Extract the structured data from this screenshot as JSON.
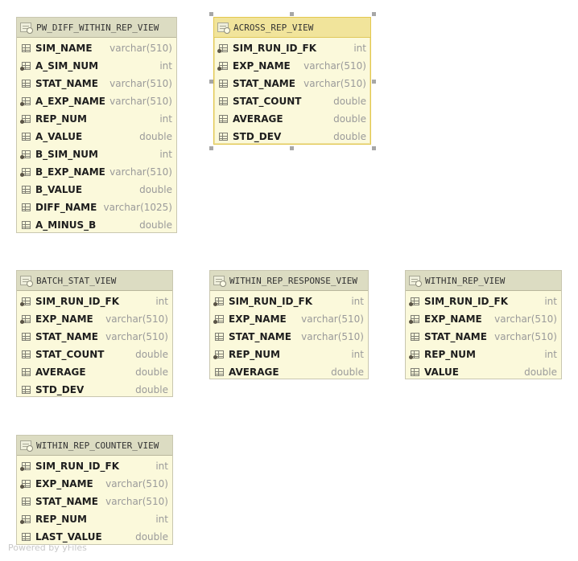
{
  "views": [
    {
      "title": "PW_DIFF_WITHIN_REP_VIEW",
      "columns": [
        {
          "name": "SIM_NAME",
          "type": "varchar(510)",
          "key": false
        },
        {
          "name": "A_SIM_NUM",
          "type": "int",
          "key": true
        },
        {
          "name": "STAT_NAME",
          "type": "varchar(510)",
          "key": false
        },
        {
          "name": "A_EXP_NAME",
          "type": "varchar(510)",
          "key": true
        },
        {
          "name": "REP_NUM",
          "type": "int",
          "key": true
        },
        {
          "name": "A_VALUE",
          "type": "double",
          "key": false
        },
        {
          "name": "B_SIM_NUM",
          "type": "int",
          "key": true
        },
        {
          "name": "B_EXP_NAME",
          "type": "varchar(510)",
          "key": true
        },
        {
          "name": "B_VALUE",
          "type": "double",
          "key": false
        },
        {
          "name": "DIFF_NAME",
          "type": "varchar(1025)",
          "key": false
        },
        {
          "name": "A_MINUS_B",
          "type": "double",
          "key": false
        }
      ]
    },
    {
      "title": "ACROSS_REP_VIEW",
      "columns": [
        {
          "name": "SIM_RUN_ID_FK",
          "type": "int",
          "key": true
        },
        {
          "name": "EXP_NAME",
          "type": "varchar(510)",
          "key": true
        },
        {
          "name": "STAT_NAME",
          "type": "varchar(510)",
          "key": false
        },
        {
          "name": "STAT_COUNT",
          "type": "double",
          "key": false
        },
        {
          "name": "AVERAGE",
          "type": "double",
          "key": false
        },
        {
          "name": "STD_DEV",
          "type": "double",
          "key": false
        }
      ]
    },
    {
      "title": "BATCH_STAT_VIEW",
      "columns": [
        {
          "name": "SIM_RUN_ID_FK",
          "type": "int",
          "key": true
        },
        {
          "name": "EXP_NAME",
          "type": "varchar(510)",
          "key": true
        },
        {
          "name": "STAT_NAME",
          "type": "varchar(510)",
          "key": false
        },
        {
          "name": "STAT_COUNT",
          "type": "double",
          "key": false
        },
        {
          "name": "AVERAGE",
          "type": "double",
          "key": false
        },
        {
          "name": "STD_DEV",
          "type": "double",
          "key": false
        }
      ]
    },
    {
      "title": "WITHIN_REP_RESPONSE_VIEW",
      "columns": [
        {
          "name": "SIM_RUN_ID_FK",
          "type": "int",
          "key": true
        },
        {
          "name": "EXP_NAME",
          "type": "varchar(510)",
          "key": true
        },
        {
          "name": "STAT_NAME",
          "type": "varchar(510)",
          "key": false
        },
        {
          "name": "REP_NUM",
          "type": "int",
          "key": true
        },
        {
          "name": "AVERAGE",
          "type": "double",
          "key": false
        }
      ]
    },
    {
      "title": "WITHIN_REP_VIEW",
      "columns": [
        {
          "name": "SIM_RUN_ID_FK",
          "type": "int",
          "key": true
        },
        {
          "name": "EXP_NAME",
          "type": "varchar(510)",
          "key": true
        },
        {
          "name": "STAT_NAME",
          "type": "varchar(510)",
          "key": false
        },
        {
          "name": "REP_NUM",
          "type": "int",
          "key": true
        },
        {
          "name": "VALUE",
          "type": "double",
          "key": false
        }
      ]
    },
    {
      "title": "WITHIN_REP_COUNTER_VIEW",
      "columns": [
        {
          "name": "SIM_RUN_ID_FK",
          "type": "int",
          "key": true
        },
        {
          "name": "EXP_NAME",
          "type": "varchar(510)",
          "key": true
        },
        {
          "name": "STAT_NAME",
          "type": "varchar(510)",
          "key": false
        },
        {
          "name": "REP_NUM",
          "type": "int",
          "key": true
        },
        {
          "name": "LAST_VALUE",
          "type": "double",
          "key": false
        }
      ]
    }
  ],
  "footer": "Powered by yFiles"
}
